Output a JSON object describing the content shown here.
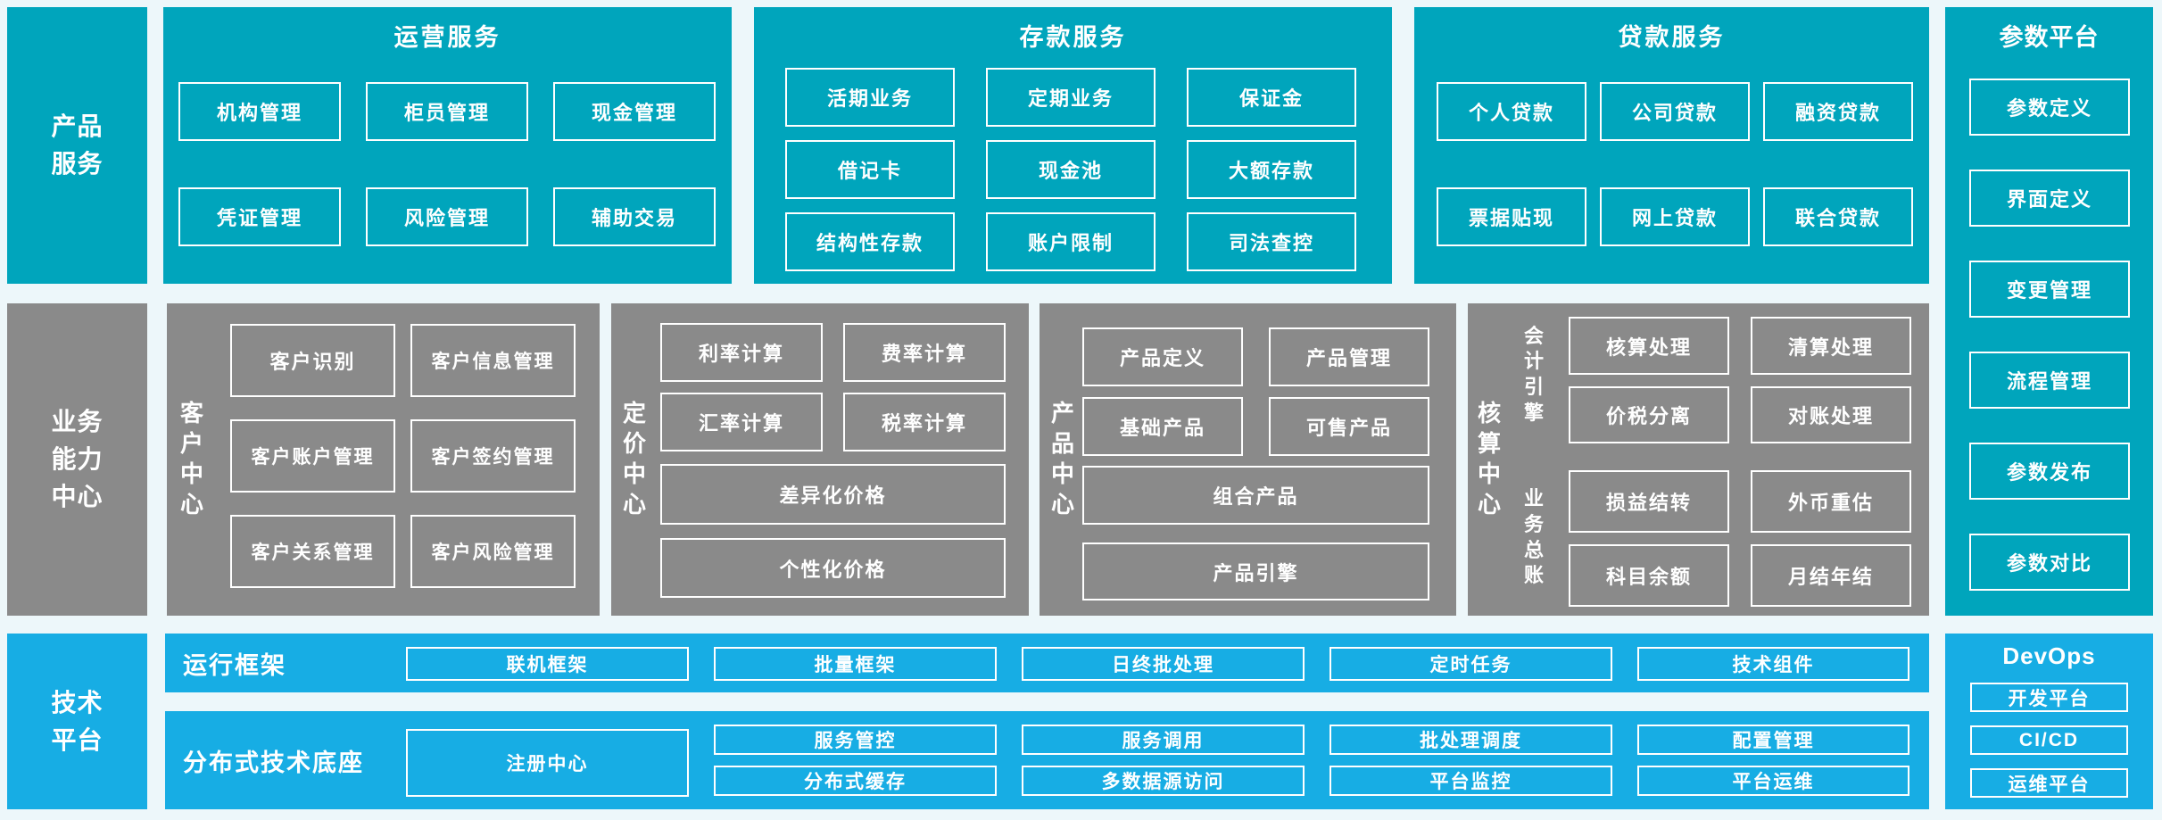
{
  "colors": {
    "teal": "#00a5bc",
    "gray": "#8a8a8a",
    "blue": "#17ade4",
    "box_border": "#ffffff",
    "page_bg": "#edf7fa"
  },
  "left_labels": {
    "products": "产品\n服务",
    "business": "业务\n能力\n中心",
    "tech": "技术\n平台"
  },
  "operations": {
    "title": "运营服务",
    "items": [
      "机构管理",
      "柜员管理",
      "现金管理",
      "凭证管理",
      "风险管理",
      "辅助交易"
    ]
  },
  "deposits": {
    "title": "存款服务",
    "items": [
      "活期业务",
      "定期业务",
      "保证金",
      "借记卡",
      "现金池",
      "大额存款",
      "结构性存款",
      "账户限制",
      "司法查控"
    ]
  },
  "loans": {
    "title": "贷款服务",
    "items": [
      "个人贷款",
      "公司贷款",
      "融资贷款",
      "票据贴现",
      "网上贷款",
      "联合贷款"
    ]
  },
  "params_platform": {
    "title": "参数平台",
    "items": [
      "参数定义",
      "界面定义",
      "变更管理",
      "流程管理",
      "参数发布",
      "参数对比"
    ]
  },
  "customer_center": {
    "label": "客户中心",
    "items": [
      "客户识别",
      "客户信息管理",
      "客户账户管理",
      "客户签约管理",
      "客户关系管理",
      "客户风险管理"
    ]
  },
  "pricing_center": {
    "label": "定价中心",
    "items": [
      "利率计算",
      "费率计算",
      "汇率计算",
      "税率计算"
    ],
    "wide_items": [
      "差异化价格",
      "个性化价格"
    ]
  },
  "product_center": {
    "label": "产品中心",
    "items": [
      "产品定义",
      "产品管理",
      "基础产品",
      "可售产品"
    ],
    "wide_items": [
      "组合产品",
      "产品引擎"
    ]
  },
  "accounting_center": {
    "label": "核算中心",
    "groups": [
      {
        "label": "会计引擎",
        "items": [
          "核算处理",
          "清算处理",
          "价税分离",
          "对账处理"
        ]
      },
      {
        "label": "业务总账",
        "items": [
          "损益结转",
          "外币重估",
          "科目余额",
          "月结年结"
        ]
      }
    ]
  },
  "runtime_framework": {
    "label": "运行框架",
    "items": [
      "联机框架",
      "批量框架",
      "日终批处理",
      "定时任务",
      "技术组件"
    ]
  },
  "distributed_base": {
    "label": "分布式技术底座",
    "registry": "注册中心",
    "columns": [
      [
        "服务管控",
        "分布式缓存"
      ],
      [
        "服务调用",
        "多数据源访问"
      ],
      [
        "批处理调度",
        "平台监控"
      ],
      [
        "配置管理",
        "平台运维"
      ]
    ]
  },
  "devops": {
    "title": "DevOps",
    "items": [
      "开发平台",
      "CI/CD",
      "运维平台"
    ]
  }
}
